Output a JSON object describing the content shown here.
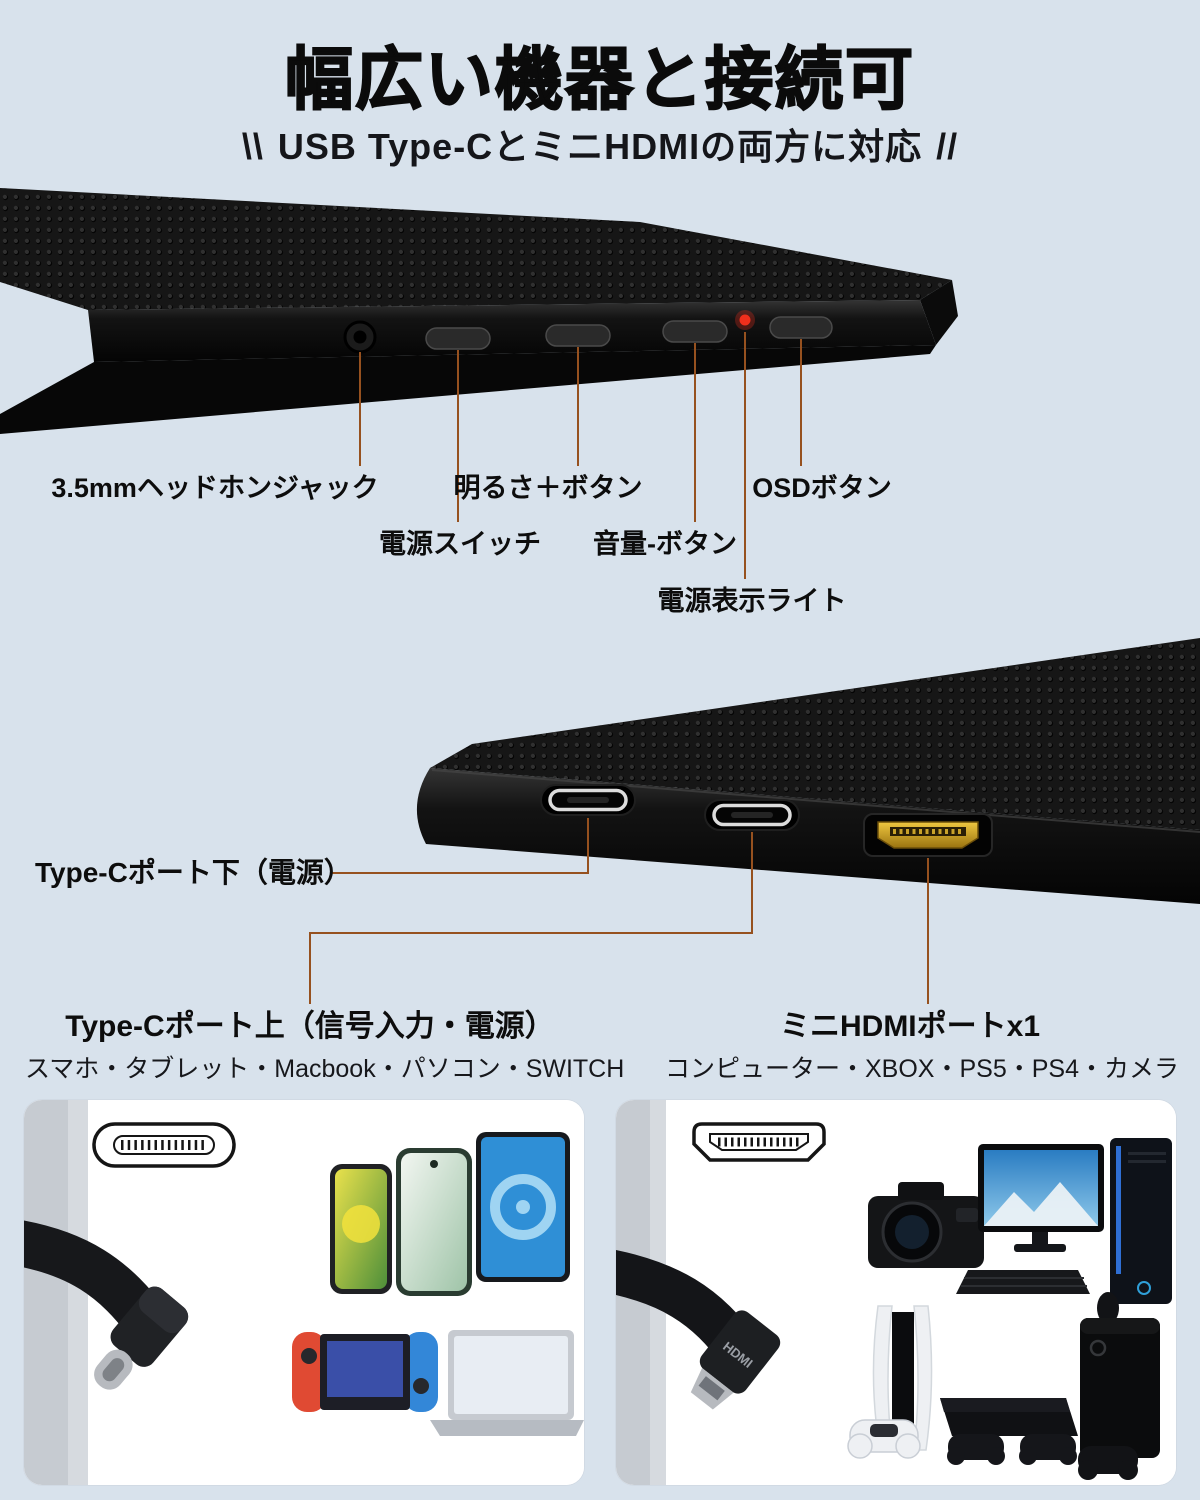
{
  "header": {
    "title": "幅広い機器と接続可",
    "subtitle_open": "\\\\",
    "subtitle_text": "USB Type-CとミニHDMIの両方に対応",
    "subtitle_close": "//"
  },
  "button_callouts": {
    "headphone_jack": "3.5mmヘッドホンジャック",
    "power_switch": "電源スイッチ",
    "brightness_plus": "明るさ＋ボタン",
    "volume_minus": "音量-ボタン",
    "power_indicator": "電源表示ライト",
    "osd": "OSDボタン"
  },
  "port_callouts": {
    "typec_bottom": "Type-Cポート下（電源）",
    "typec_top": "Type-Cポート上（信号入力・電源）",
    "typec_top_devices": "スマホ・タブレット・Macbook・パソコン・SWITCH",
    "hdmi": "ミニHDMIポートx1",
    "hdmi_devices": "コンピューター・XBOX・PS5・PS4・カメラ"
  },
  "panels": {
    "usb_c": {
      "icon": "usb-c-port-icon",
      "device_icons": [
        "smartphone-1",
        "smartphone-2",
        "tablet",
        "nintendo-switch",
        "laptop",
        "usb-c-cable"
      ]
    },
    "hdmi": {
      "icon": "hdmi-port-icon",
      "connector_text": "HDMI",
      "device_icons": [
        "camera",
        "desktop-monitor",
        "desktop-tower",
        "keyboard",
        "mouse",
        "ps5-console",
        "ps5-controller",
        "ps4-console",
        "ps4-controllers",
        "xbox-console",
        "xbox-controller",
        "hdmi-cable"
      ]
    }
  },
  "colors": {
    "background": "#d8e2ec",
    "callout_line": "#96511f",
    "title_text": "#0b0b0b",
    "monitor_black": "#111111",
    "power_led": "#ee2f1c",
    "hdmi_gold": "#d8a82a",
    "panel_background": "#ffffff"
  }
}
